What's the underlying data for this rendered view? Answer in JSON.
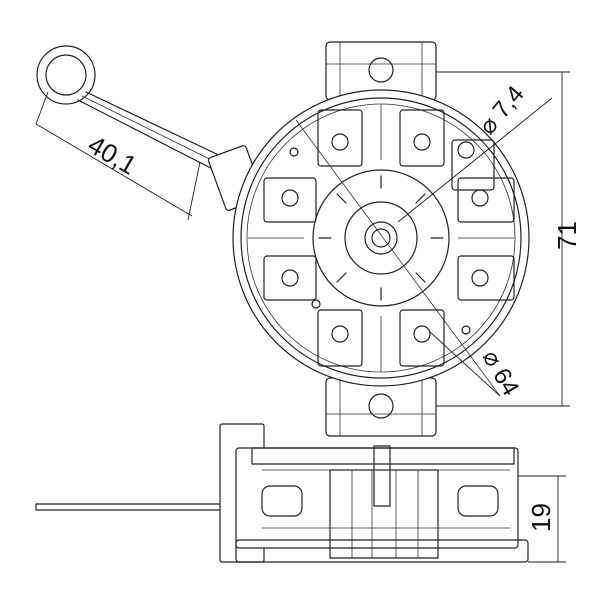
{
  "drawing": {
    "dimensions": {
      "handle_length": "40,1",
      "bore_diameter": "⌀ 7,4",
      "outer_diameter": "⌀ 64",
      "total_height": "71",
      "thickness": "19"
    },
    "colors": {
      "line": "#222222",
      "background": "#ffffff"
    }
  }
}
